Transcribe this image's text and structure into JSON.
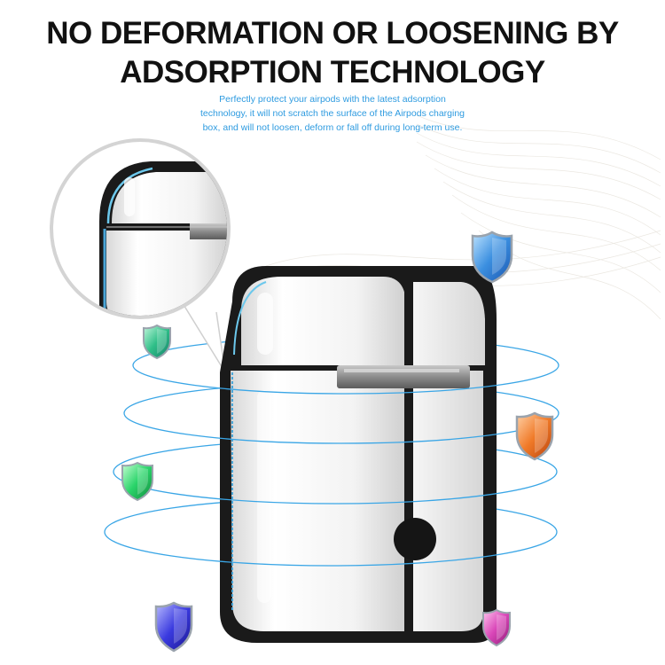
{
  "headline": {
    "line1": "NO DEFORMATION OR LOOSENING BY",
    "line2": "ADSORPTION TECHNOLOGY"
  },
  "description": {
    "line1": "Perfectly protect your airpods with the latest adsorption",
    "line2": "technology, it will not scratch the surface of the Airpods charging",
    "line3": "box, and will not loosen, deform or fall off during long-term use."
  },
  "colors": {
    "headline": "#111111",
    "description": "#2e9be0",
    "rings": "#3aa6e6",
    "case_white": "#f4f4f4",
    "case_shell": "#1a1a1a",
    "shield_blue": "#3b8fe0",
    "shield_green": "#2fbf88",
    "shield_emerald": "#2ad46a",
    "shield_orange": "#f07a28",
    "shield_indigo": "#3a3adf",
    "shield_pink": "#d946b8"
  },
  "icons": {
    "shield": "shield-icon",
    "magnifier": "magnifier-callout"
  }
}
